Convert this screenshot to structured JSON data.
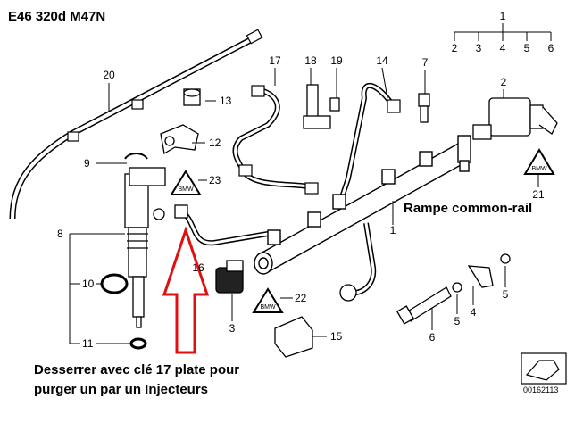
{
  "title": "E46 320d M47N",
  "rail_label": "Rampe common-rail",
  "note": {
    "line1": "Desserrer avec clé 17 plate pour",
    "line2": "purger un par un Injecteurs"
  },
  "doc_number": "00162113",
  "callouts": {
    "n1_top": "1",
    "n2a": "2",
    "n3a": "3",
    "n4a": "4",
    "n5a": "5",
    "n6a": "6",
    "n20": "20",
    "n17": "17",
    "n18": "18",
    "n19": "19",
    "n14": "14",
    "n7": "7",
    "n2": "2",
    "n13": "13",
    "n12": "12",
    "n9": "9",
    "n23": "23",
    "n21": "21",
    "n8": "8",
    "n1": "1",
    "n16": "16",
    "n10": "10",
    "n22": "22",
    "n3": "3",
    "n5r": "5",
    "n4": "4",
    "n5b": "5",
    "n11": "11",
    "n15": "15",
    "n6": "6"
  },
  "colors": {
    "arrow": "#e01010",
    "line": "#000000"
  }
}
